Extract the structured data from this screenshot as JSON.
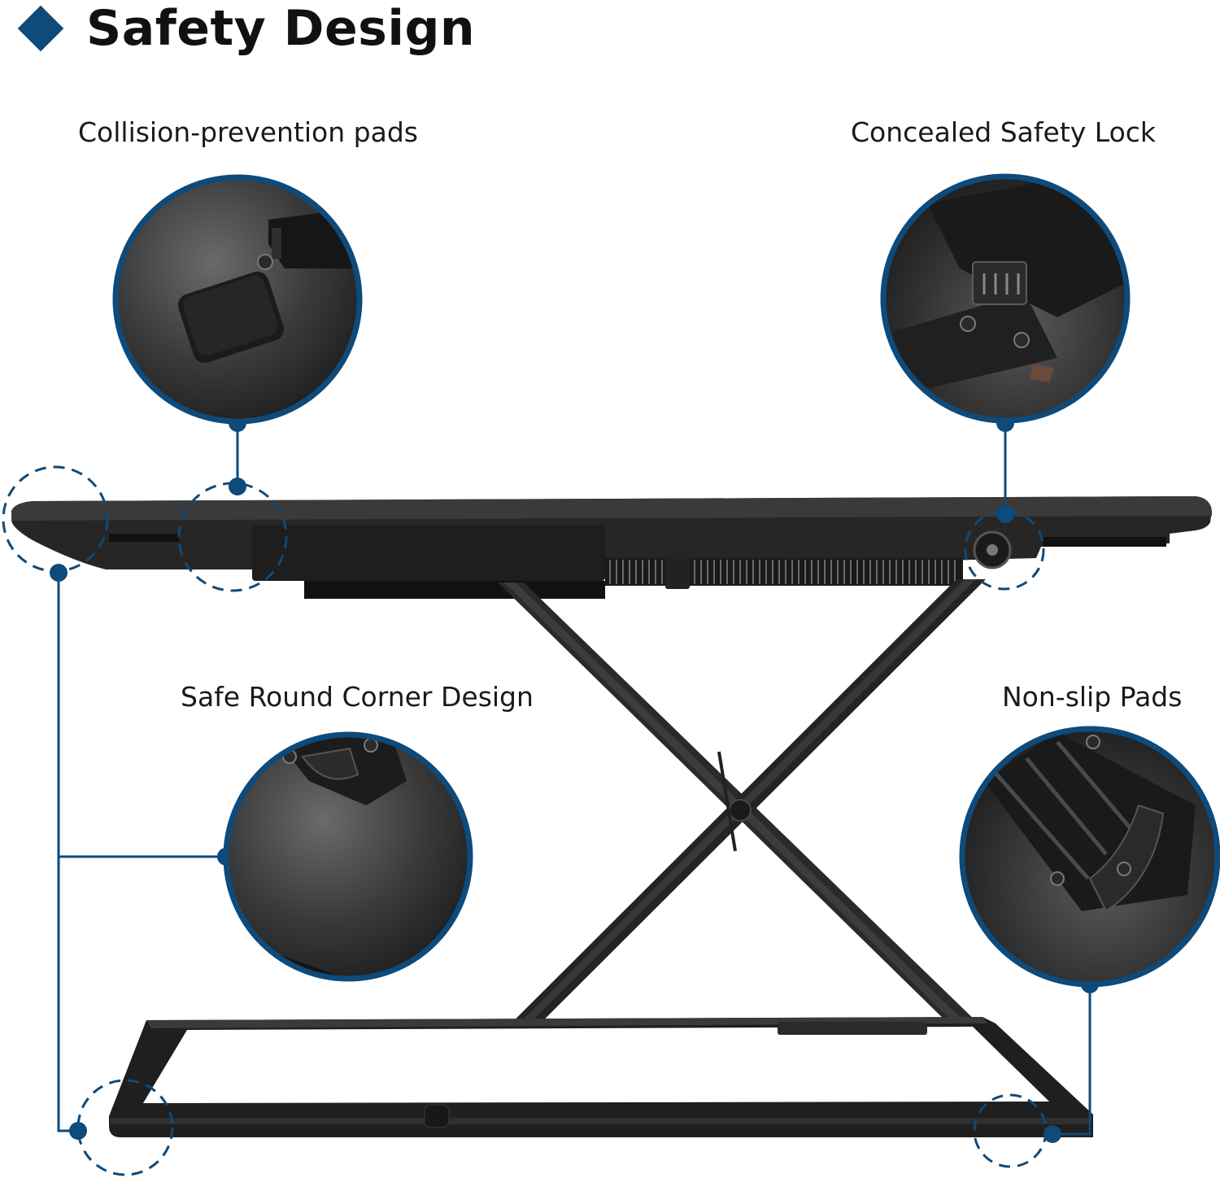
{
  "header": {
    "title": "Safety Design"
  },
  "features": {
    "collision": {
      "label": "Collision-prevention pads"
    },
    "lock": {
      "label": "Concealed Safety Lock"
    },
    "corner": {
      "label": "Safe Round Corner Design"
    },
    "nonslip": {
      "label": "Non-slip Pads"
    }
  },
  "colors": {
    "accent": "#0e4a7a",
    "frame": "#1c1c1c",
    "desk_top": "#222222"
  }
}
